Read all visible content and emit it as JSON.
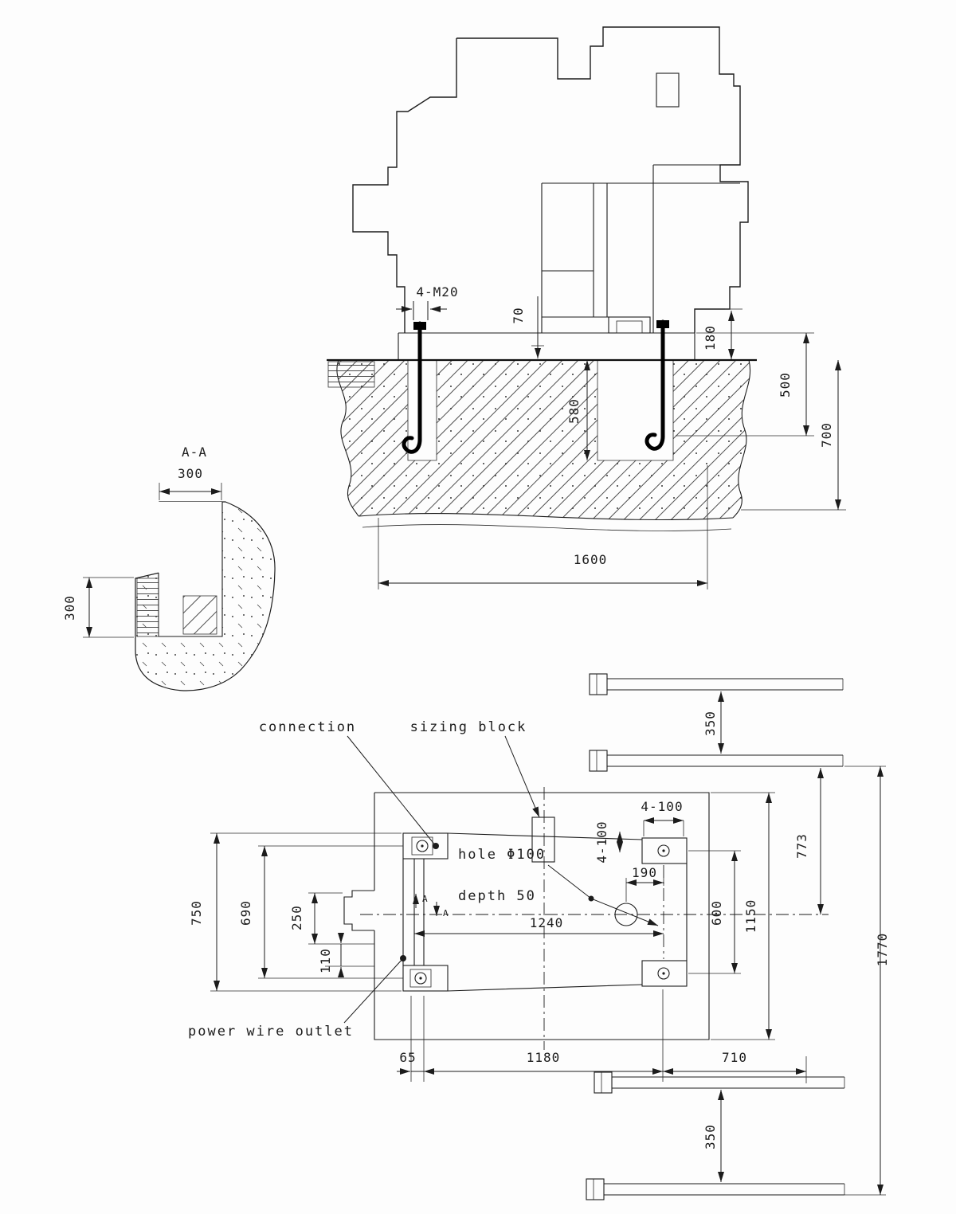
{
  "drawing": {
    "elevation": {
      "bolt_label": "4-M20",
      "dim_70": "70",
      "dim_180": "180",
      "dim_500": "500",
      "dim_700": "700",
      "dim_580": "580",
      "dim_1600": "1600"
    },
    "section_aa": {
      "title": "A-A",
      "dim_width": "300",
      "dim_height": "300"
    },
    "plan": {
      "labels": {
        "connection": "connection",
        "sizing_block": "sizing block",
        "hole": "hole Φ100",
        "depth": "depth 50",
        "power": "power wire outlet",
        "section_mark": "A"
      },
      "dims": {
        "rail_top": "350",
        "rail_bottom": "350",
        "d773": "773",
        "d1150": "1150",
        "d600": "600",
        "d1770": "1770",
        "d750": "750",
        "d690": "690",
        "d250": "250",
        "d110": "110",
        "d4_100_h": "4-100",
        "d4_100_v": "4-100",
        "d190": "190",
        "d1240": "1240",
        "d65": "65",
        "d1180": "1180",
        "d710": "710"
      }
    }
  }
}
